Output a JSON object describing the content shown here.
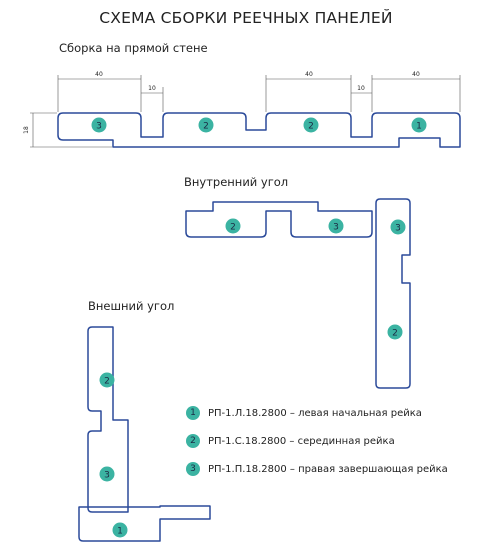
{
  "title": "СХЕМА СБОРКИ РЕЕЧНЫХ ПАНЕЛЕЙ",
  "sections": {
    "straight": "Сборка на прямой стене",
    "inner": "Внутренний угол",
    "outer": "Внешний угол"
  },
  "dimensions": {
    "width_a": "40",
    "gap_a": "10",
    "width_b": "40",
    "gap_b": "10",
    "width_c": "40",
    "height": "18"
  },
  "straight_badges": [
    "3",
    "2",
    "2",
    "1"
  ],
  "inner_badges": [
    "2",
    "3",
    "3",
    "2"
  ],
  "outer_badges": [
    "2",
    "3",
    "1"
  ],
  "legend": [
    {
      "num": "1",
      "text": "РП-1.Л.18.2800 – левая начальная рейка"
    },
    {
      "num": "2",
      "text": "РП-1.С.18.2800 – серединная рейка"
    },
    {
      "num": "3",
      "text": "РП-1.П.18.2800 – правая завершающая рейка"
    }
  ],
  "colors": {
    "line": "#2b4a9a",
    "badge": "#3bb3a2",
    "badge_text": "#1b2a44"
  }
}
